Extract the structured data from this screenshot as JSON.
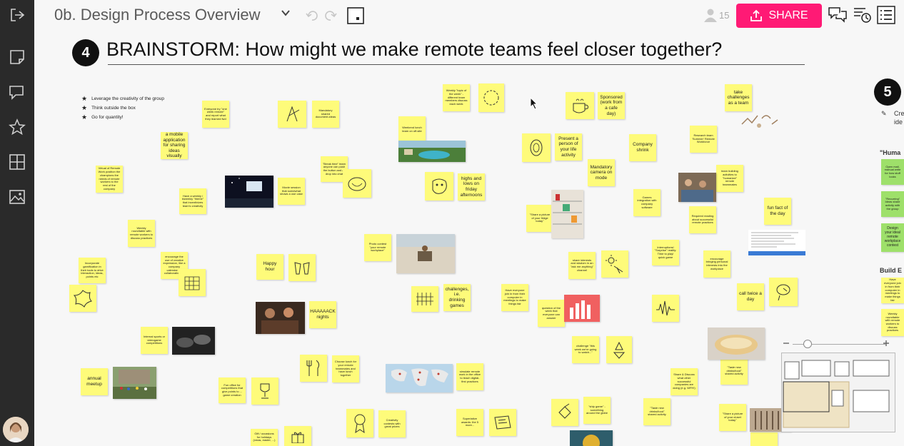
{
  "toolbar": {
    "title": "0b. Design Process Overview",
    "collaborators": "15",
    "share_label": "SHARE"
  },
  "section": {
    "step_number": "4",
    "title": "BRAINSTORM: How might we make remote teams feel closer together?",
    "next_step_number": "5",
    "next_step_label_1": "Cre",
    "next_step_label_2": "ide",
    "next_heading_1": "\"Huma",
    "next_heading_2": "Build E"
  },
  "bullets": [
    "Leverage the creativity of the group",
    "Think outside the box",
    "Go for quantity!"
  ],
  "notes": {
    "n1": "Everyone try \"one week remote\" and report what they learned fwd",
    "n2": "Mandatory shared document-ideas",
    "n3": "a mobile application for sharing ideas visually",
    "n4": "Have a weekly / biweekly \"theme\" that incentivizes team's creativity",
    "n5": "Movie session that somewhat shows a use case",
    "n6": "\"Break time\" team anyone can push the button and all drop into chat",
    "n7": "Happy hour",
    "n8": "HAAAAACK nights",
    "n9": "Photo contest \"your remote workplace\"",
    "n10": "challenges, i.e. drinking games",
    "n11": "highs and lows on friday afternoons",
    "n12": "Internal sports or videogame competitions",
    "n13": "annual meetup",
    "n14": "Choose lunch for your remote teammates and have lunch together",
    "n15": "simulate remote work in the office to teach digital-first practices",
    "n16": "Creativity contests with great prizes",
    "n17": "Superlative awards: the 5 more...",
    "n18": "Present a person of your life activity",
    "n19": "Sponsored (work from a cafe day)",
    "n20": "Mandatory camera on mode",
    "n21": "Company shrink",
    "n22": "Games integration with company software",
    "n23": "\"Share a picture of your fridge today\"",
    "n24": "take challenges as a team",
    "n25": "team building activities to \"humanize\" remote teammates",
    "n26": "fun fact of the day",
    "n27": "Required reading about successful remote practices",
    "n28": "Interruptions! \"Surprise\" reality: Time to play! quick game",
    "n29": "encourage bringing personal interests into the workplace",
    "n30": "call twice a day",
    "n31": "challenge \"this week we're going to watch...\"",
    "n32": "\"ship game\" - something around the globe",
    "n33": "\"Taste new drinks/food\" shared activity",
    "n34": "\"Taste new drinks/food\" shared activity",
    "n35": "\"Share a picture of your closet today\"",
    "n36": "Virtual of Remote Work position the champions the needs of remote workers to the rest of the company",
    "n37": "Weekly roundtable with remote workers to discuss practices",
    "n38": "Incorporate gamification in their tools to drive interaction, ideas, points etc",
    "n39": "encourage the use of creative expression, like a company calendar for collaborative art",
    "n40": "Have everyone join in from their computer in meetings to make things fair",
    "n41": "question of the week that everyone can answer",
    "n42": "share interests and wisdom in an \"ask me anything\" channel",
    "n43": "Gift / occasions for holidays (xmas, easter, ...)",
    "n44": "Fun office for competitions that give points to ... game creation",
    "n45": "Share & Discuss what other successful companies are doing (e.g. WFH!)",
    "n46": "Weekly \"topic of the week\" - different team members discuss each week",
    "n47": "Weekend lunch team on off-site",
    "n48": "Open mail, manual write for how stuff looks",
    "n49": "Design your ideal remote workplace contest",
    "n50": "Have everyone join in from their computer in meetings to make things fair",
    "n51": "Weekly roundtable with remote workers to discuss practices",
    "n52": "Research team 'Summer' Remote Workforce",
    "n53": "\"Recurring\" Ideas share activity with the group"
  }
}
